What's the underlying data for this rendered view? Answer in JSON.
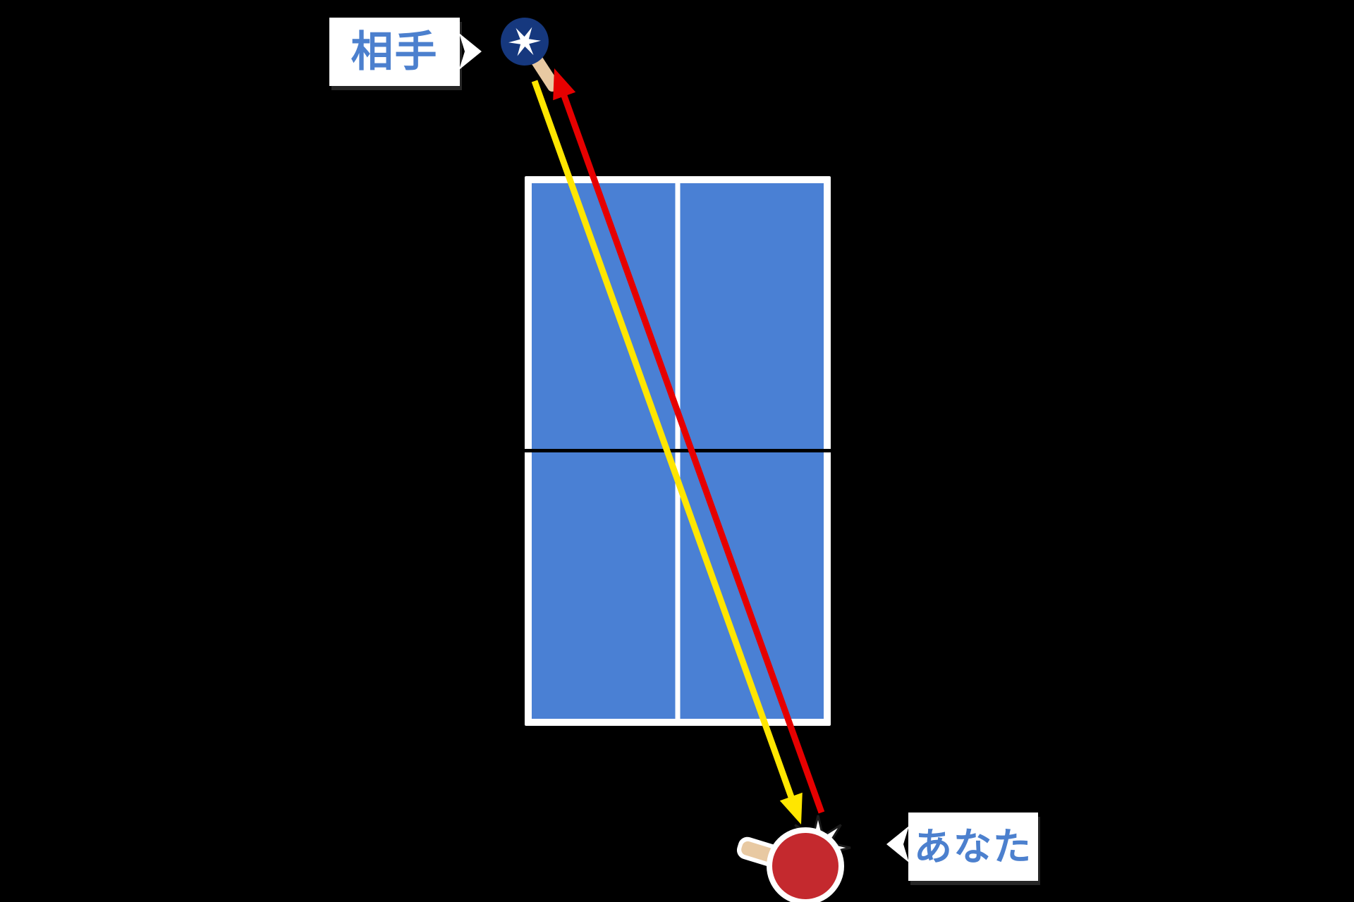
{
  "diagram": {
    "title": "table-tennis-cross-court-rally-diagram",
    "background": "#000000",
    "labels": {
      "opponent": "相手",
      "player": "あなた"
    },
    "colors": {
      "table_blue": "#4A80D4",
      "table_frame_white": "#FFFFFF",
      "center_line_white": "#FFFFFF",
      "net_black": "#000000",
      "opponent_paddle_blue": "#16387E",
      "player_paddle_red": "#C4292E",
      "handle_tan": "#E8C9A2",
      "star_white": "#FFFFFF",
      "burst_white": "#FFFFFF",
      "arrow_yellow": "#FFE600",
      "arrow_red": "#E60000",
      "label_text_blue": "#4C80CE",
      "bubble_white": "#FFFFFF"
    },
    "arrows": [
      {
        "name": "opponent-shot-arrow",
        "color": "#FFE600",
        "from": "opponent-paddle",
        "to": "player-paddle"
      },
      {
        "name": "player-shot-arrow",
        "color": "#E60000",
        "from": "player-paddle",
        "to": "opponent-paddle"
      }
    ]
  }
}
